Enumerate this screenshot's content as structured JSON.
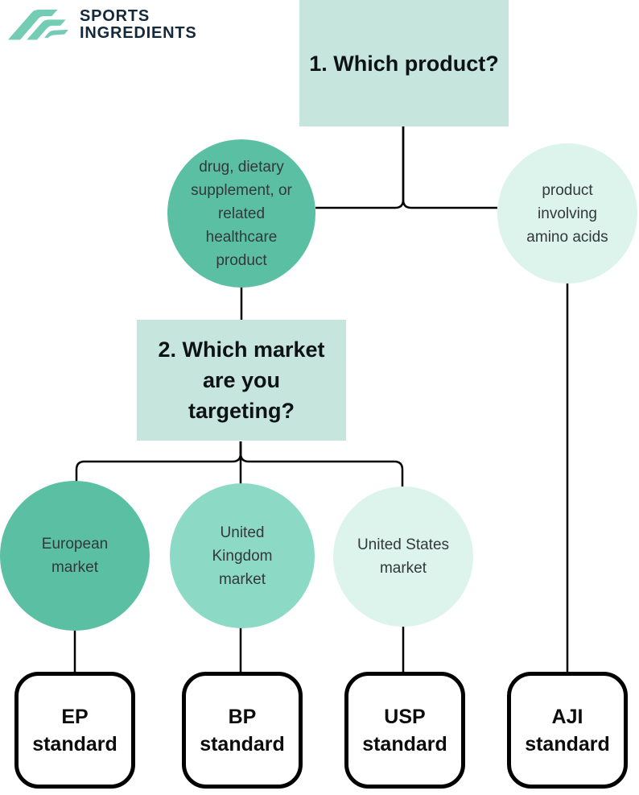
{
  "brand": {
    "logo_icon": "diagonal-stripes-mark",
    "name_lines": [
      "SPORTS",
      "INGREDIENTS"
    ],
    "logo_color": "#74ccb5",
    "name_color": "#15293a"
  },
  "colors": {
    "background": "#ffffff",
    "question_box_fill": "#c6e5dd",
    "teal_circle": "#5bc0a3",
    "medium_teal_circle": "#8cdac5",
    "light_mint_circle": "#dcf4ec",
    "connector_line": "#000000",
    "outcome_border": "#000000",
    "heading_text": "#0d1216",
    "circle_text": "#33383a"
  },
  "flowchart": {
    "question1": {
      "label": "1. Which product?"
    },
    "question2": {
      "lines": [
        "2. Which market",
        "are you",
        "targeting?"
      ]
    },
    "options": {
      "healthcare": {
        "label": "drug, dietary supplement, or related healthcare product"
      },
      "amino": {
        "label": "product involving amino acids"
      },
      "european": {
        "label": "European market"
      },
      "uk": {
        "label": "United Kingdom market"
      },
      "us": {
        "label": "United States market"
      }
    },
    "outcomes": {
      "ep": {
        "lines": [
          "EP",
          "standard"
        ]
      },
      "bp": {
        "lines": [
          "BP",
          "standard"
        ]
      },
      "usp": {
        "lines": [
          "USP",
          "standard"
        ]
      },
      "aji": {
        "lines": [
          "AJI",
          "standard"
        ]
      }
    }
  }
}
